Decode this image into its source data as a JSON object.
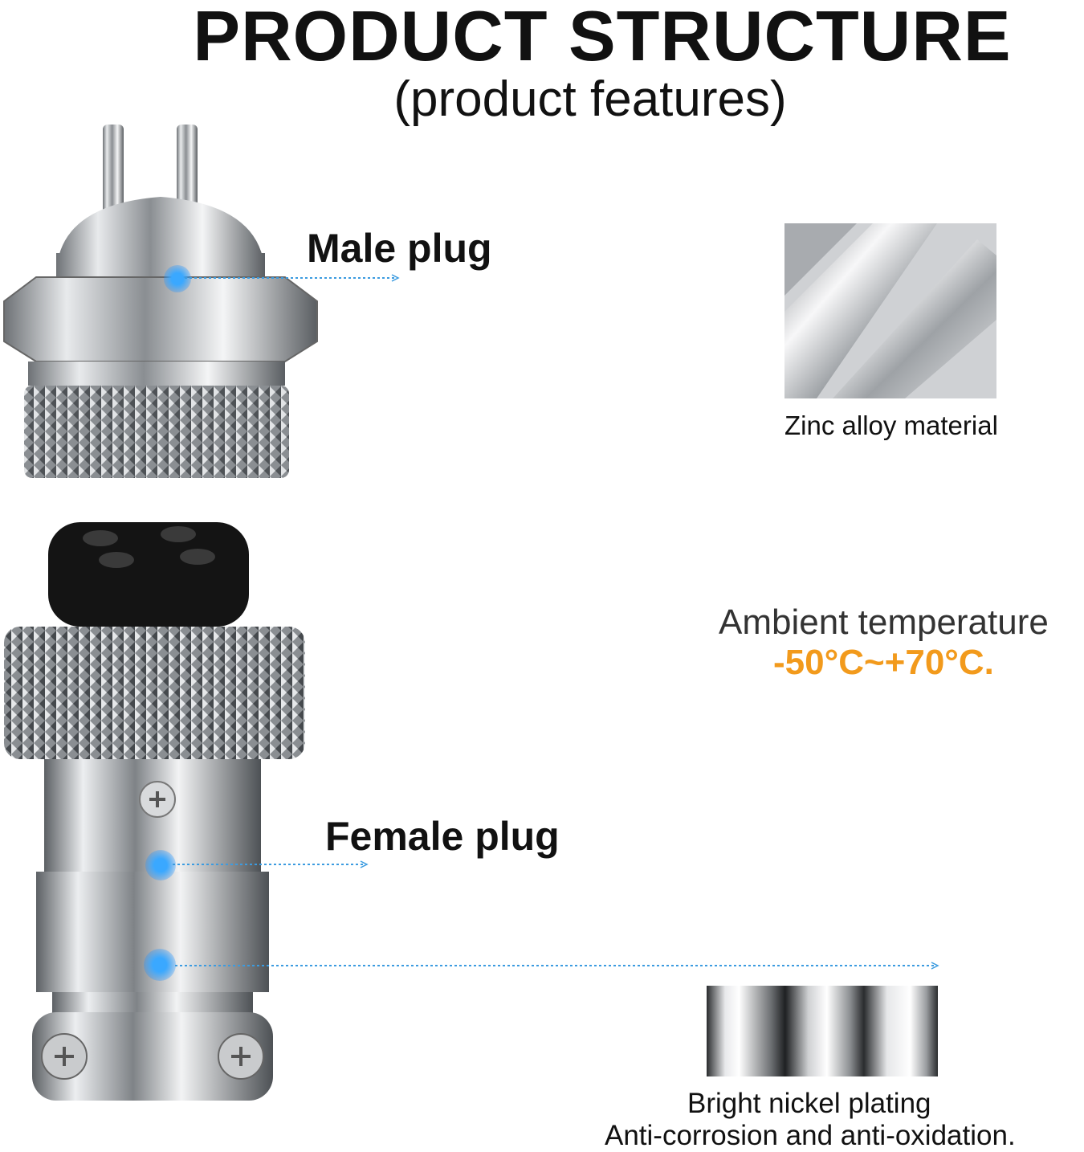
{
  "heading": {
    "title": "PRODUCT STRUCTURE",
    "subtitle": "(product features)"
  },
  "labels": {
    "male_plug": "Male plug",
    "female_plug": "Female plug"
  },
  "material": {
    "caption": "Zinc alloy material"
  },
  "temperature": {
    "label": "Ambient temperature",
    "range": "-50°C~+70°C."
  },
  "plating": {
    "line1": "Bright nickel plating",
    "line2": "Anti-corrosion and anti-oxidation."
  },
  "colors": {
    "accent_orange": "#f29a1c",
    "marker_blue": "#1e90ff",
    "metal": "#b8bcc2",
    "text": "#111111"
  }
}
